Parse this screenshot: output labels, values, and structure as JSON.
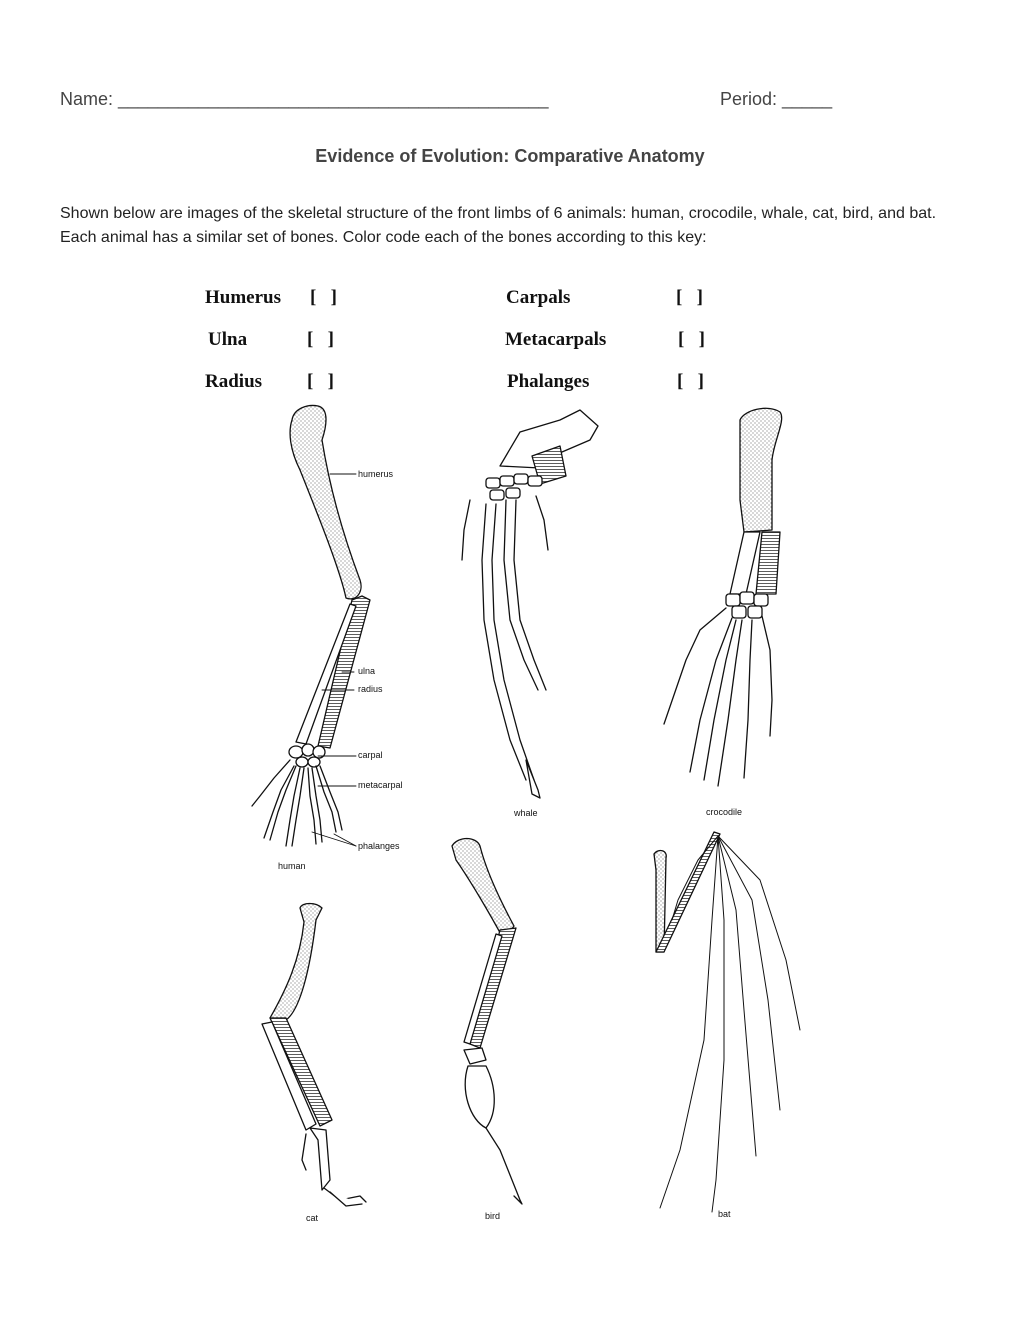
{
  "header": {
    "name_label": "Name: ___________________________________________",
    "period_label": "Period: _____"
  },
  "title": "Evidence of Evolution: Comparative Anatomy",
  "intro": "Shown below are images of the skeletal structure of the front limbs of 6 animals: human, crocodile, whale, cat, bird, and bat.  Each animal has a similar set of bones.  Color code each of the bones according to this key:",
  "key": {
    "bracket": "[   ]",
    "left": [
      "Humerus",
      "Ulna",
      "Radius"
    ],
    "right": [
      "Carpals",
      "Metacarpals",
      "Phalanges"
    ]
  },
  "figure": {
    "bone_labels": [
      "humerus",
      "ulna",
      "radius",
      "carpal",
      "metacarpal",
      "phalanges"
    ],
    "animals": [
      "human",
      "whale",
      "crocodile",
      "cat",
      "bird",
      "bat"
    ]
  }
}
